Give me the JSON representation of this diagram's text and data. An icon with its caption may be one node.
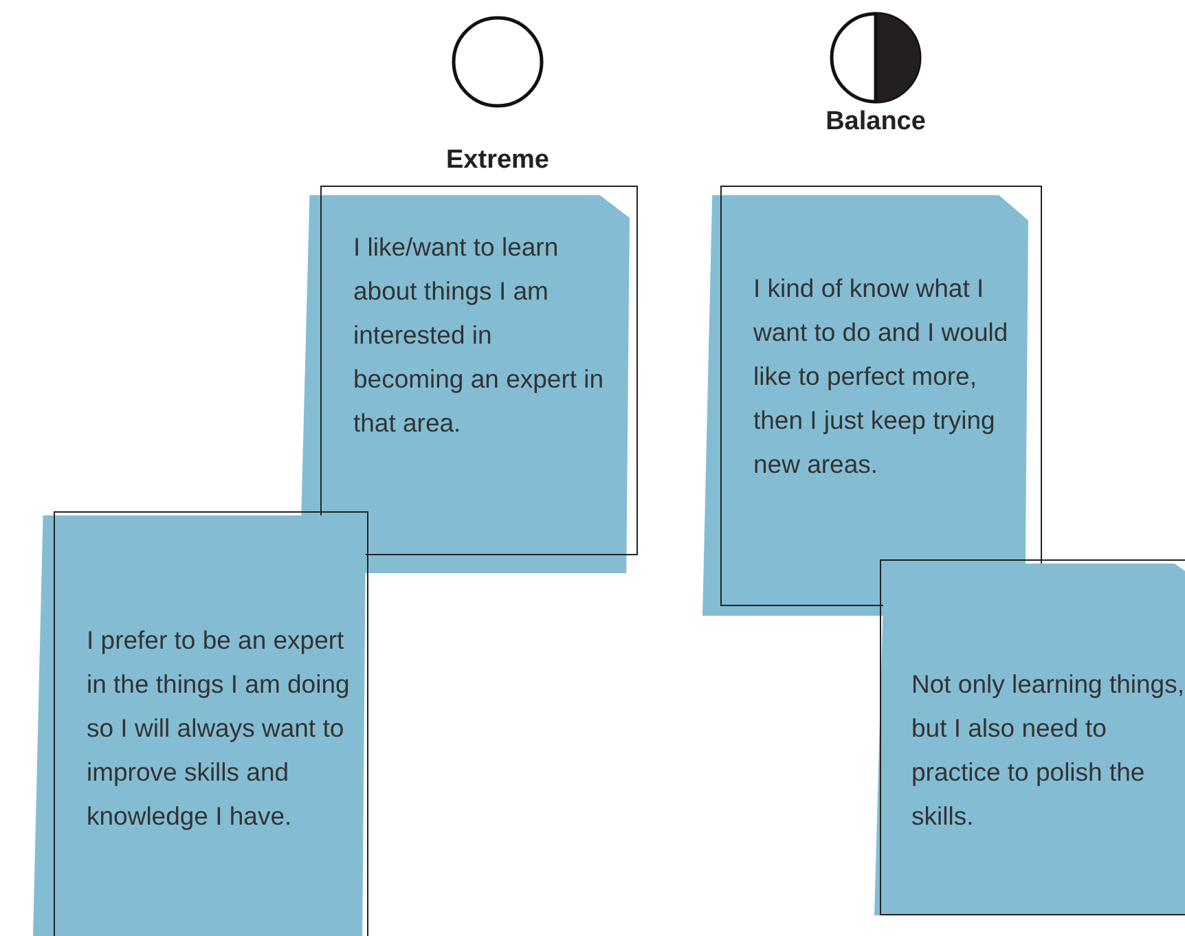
{
  "diagram": {
    "nodes": [
      {
        "text": [
          "Extreme"
        ]
      },
      {
        "text": [
          "Balance"
        ]
      },
      {
        "text": [
          "I like/want to learn about things I am interested in becoming an expert in that area."
        ]
      },
      {
        "text": [
          "I prefer to be an expert in the things I am doing so I will always want to improve skills and knowledge I have."
        ]
      },
      {
        "text": [
          "I kind of know what I want to do and I would like to perfect more, then I just keep trying new areas."
        ]
      },
      {
        "text": [
          "Not only learning things, but I also need to practice to polish the skills."
        ]
      }
    ]
  }
}
